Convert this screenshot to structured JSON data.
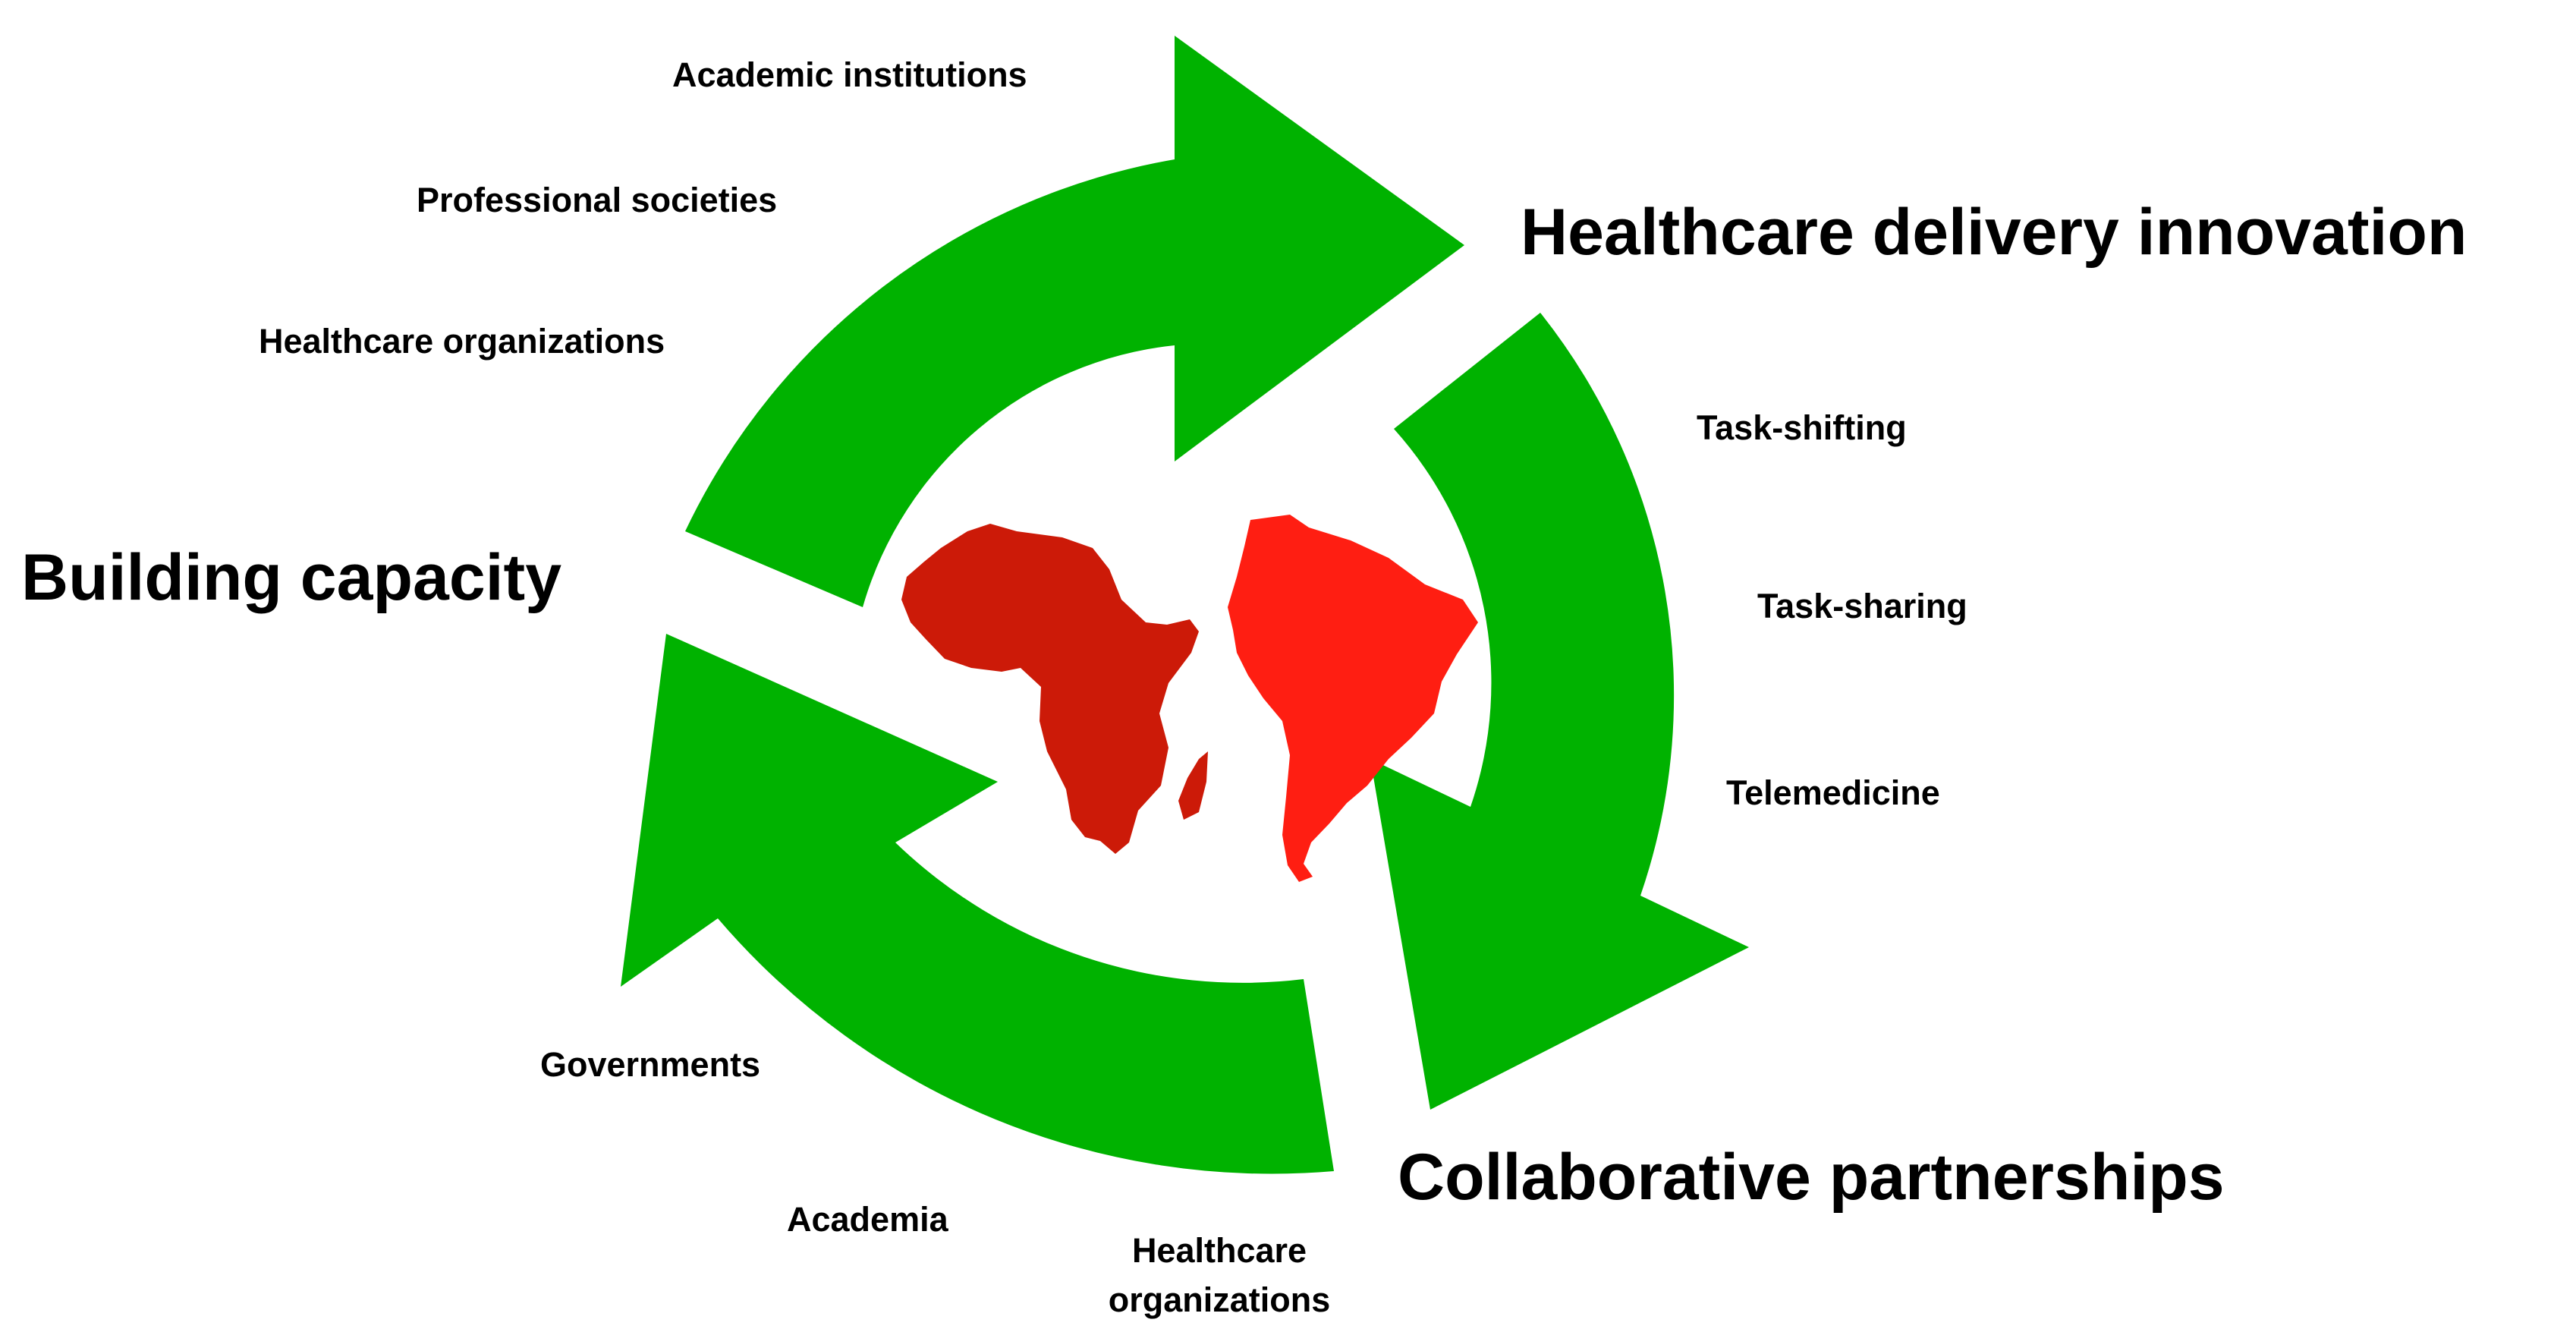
{
  "colors": {
    "arrow": "#00B200",
    "africa": "#CC1A08",
    "south_america": "#FF1E12",
    "text": "#000000",
    "background": "#FFFFFF"
  },
  "icons": {
    "center": [
      "africa-map-icon",
      "south-america-map-icon"
    ]
  },
  "headings": {
    "healthcare_delivery": "Healthcare delivery innovation",
    "building_capacity": "Building capacity",
    "collaborative_partnerships": "Collaborative partnerships"
  },
  "building_capacity_items": [
    "Academic institutions",
    "Professional societies",
    "Healthcare organizations"
  ],
  "healthcare_delivery_items": [
    "Task-shifting",
    "Task-sharing",
    "Telemedicine"
  ],
  "partnership_items": [
    "Governments",
    "Academia",
    "Healthcare organizations"
  ]
}
